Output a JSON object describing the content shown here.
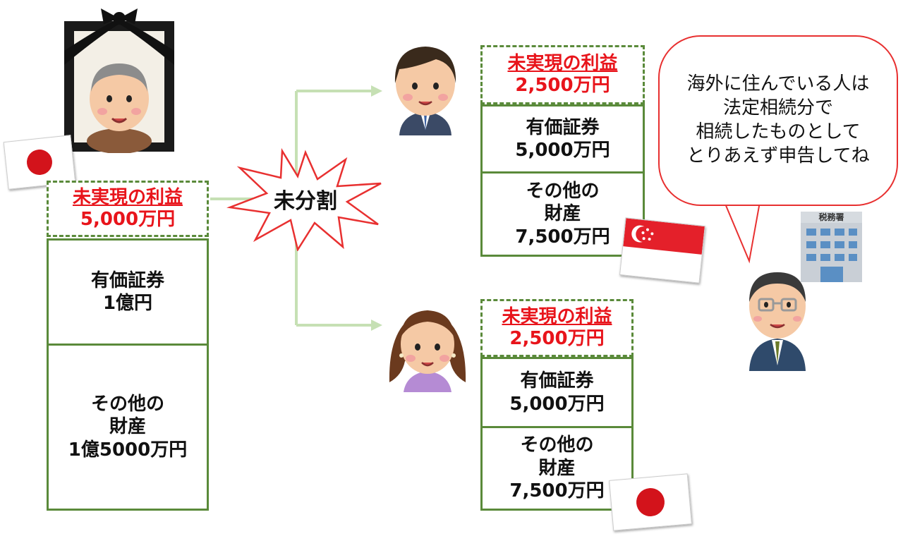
{
  "deceased": {
    "unrealized_label": "未実現の利益",
    "unrealized_amount": "5,000万円",
    "securities_label": "有価証券",
    "securities_amount": "1億円",
    "other_line1": "その他の",
    "other_line2": "財産",
    "other_amount": "1億5000万円"
  },
  "split_label": "未分割",
  "heir_son": {
    "unrealized_label": "未実現の利益",
    "unrealized_amount": "2,500万円",
    "securities_label": "有価証券",
    "securities_amount": "5,000万円",
    "other_line1": "その他の",
    "other_line2": "財産",
    "other_amount": "7,500万円"
  },
  "heir_daughter": {
    "unrealized_label": "未実現の利益",
    "unrealized_amount": "2,500万円",
    "securities_label": "有価証券",
    "securities_amount": "5,000万円",
    "other_line1": "その他の",
    "other_line2": "財産",
    "other_amount": "7,500万円"
  },
  "speech": {
    "line1": "海外に住んでいる人は",
    "line2": "法定相続分で",
    "line3": "相続したものとして",
    "line4": "とりあえず申告してね"
  },
  "tax_office_sign": "税務署",
  "colors": {
    "box_border": "#5a8a3a",
    "unrealized_text": "#e8141b",
    "arrow": "#c6e0b4",
    "bubble_border": "#e83030"
  },
  "icons": [
    "memorial-portrait-icon",
    "japan-flag-icon",
    "singapore-flag-icon",
    "tax-office-building-icon",
    "tax-official-icon",
    "son-icon",
    "daughter-icon"
  ]
}
